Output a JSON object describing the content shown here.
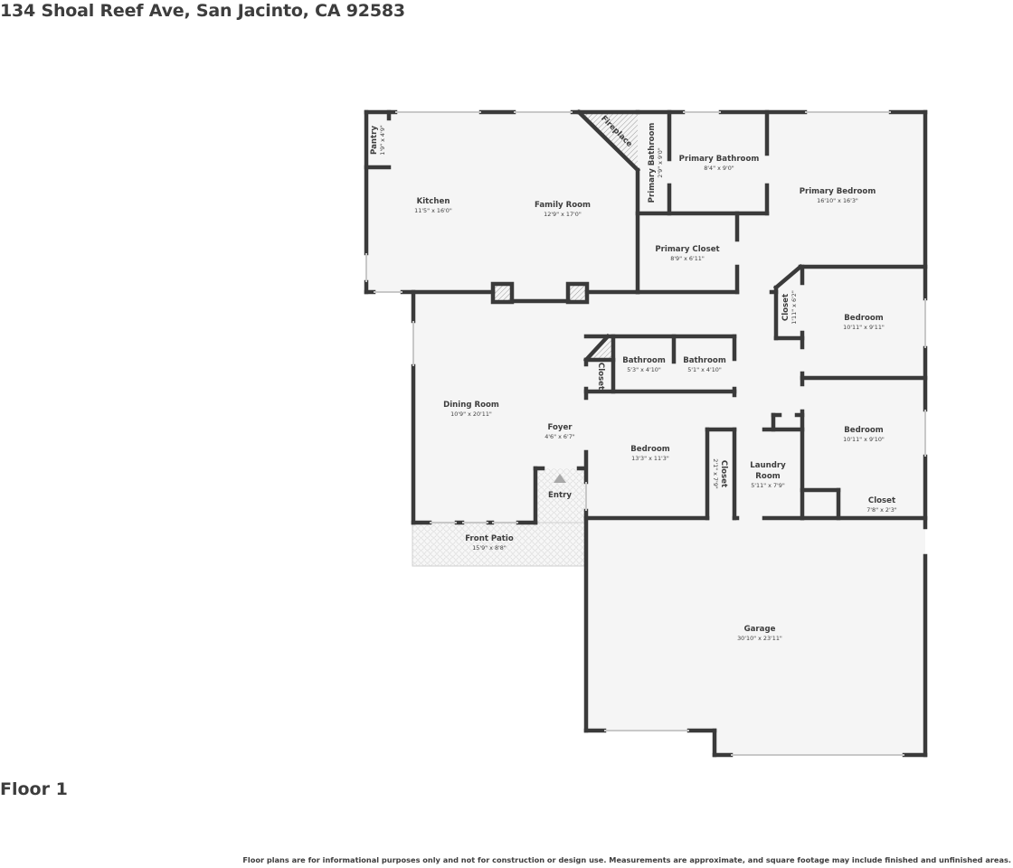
{
  "header": {
    "address": "134 Shoal Reef Ave, San Jacinto, CA 92583"
  },
  "floor": {
    "label": "Floor 1"
  },
  "footer": {
    "disclaimer": "Floor plans are for informational purposes only and not for construction or design use. Measurements are approximate, and square footage may include finished and unfinished areas."
  },
  "colors": {
    "wall": "#3a3a3a",
    "floor_fill": "#f5f5f5",
    "window": "#d8d8d8",
    "text": "#3d3d3d"
  },
  "rooms": [
    {
      "id": "pantry",
      "name": "Pantry",
      "dims": "1'9\" x 4'9\""
    },
    {
      "id": "kitchen",
      "name": "Kitchen",
      "dims": "11'5\" x 16'0\""
    },
    {
      "id": "family-room",
      "name": "Family Room",
      "dims": "12'9\" x 17'0\""
    },
    {
      "id": "fireplace",
      "name": "Fireplace",
      "dims": ""
    },
    {
      "id": "primary-bathroom-small",
      "name": "Primary Bathroom",
      "dims": "2'9\" x 9'0\""
    },
    {
      "id": "primary-bathroom",
      "name": "Primary Bathroom",
      "dims": "8'4\" x 9'0\""
    },
    {
      "id": "primary-bedroom",
      "name": "Primary Bedroom",
      "dims": "16'10\" x 16'3\""
    },
    {
      "id": "primary-closet",
      "name": "Primary Closet",
      "dims": "8'9\" x 6'11\""
    },
    {
      "id": "closet-1",
      "name": "Closet",
      "dims": "1'11\" x 6'2\""
    },
    {
      "id": "bedroom-2",
      "name": "Bedroom",
      "dims": "10'11\" x 9'11\""
    },
    {
      "id": "dining-room",
      "name": "Dining Room",
      "dims": "10'9\" x 20'11\""
    },
    {
      "id": "foyer",
      "name": "Foyer",
      "dims": "4'6\" x 6'7\""
    },
    {
      "id": "entry",
      "name": "Entry",
      "dims": ""
    },
    {
      "id": "front-patio",
      "name": "Front Patio",
      "dims": "15'9\" x 8'8\""
    },
    {
      "id": "closet-2",
      "name": "Closet",
      "dims": ""
    },
    {
      "id": "bathroom-1",
      "name": "Bathroom",
      "dims": "5'3\" x 4'10\""
    },
    {
      "id": "bathroom-2",
      "name": "Bathroom",
      "dims": "5'1\" x 4'10\""
    },
    {
      "id": "bedroom-3",
      "name": "Bedroom",
      "dims": "13'3\" x 11'3\""
    },
    {
      "id": "closet-3",
      "name": "Closet",
      "dims": "2'1\" x 7'9\""
    },
    {
      "id": "laundry-room",
      "name": "Laundry Room",
      "dims": "5'11\" x 7'9\""
    },
    {
      "id": "bedroom-4",
      "name": "Bedroom",
      "dims": "10'11\" x 9'10\""
    },
    {
      "id": "closet-4",
      "name": "Closet",
      "dims": "7'8\" x 2'3\""
    },
    {
      "id": "garage",
      "name": "Garage",
      "dims": "30'10\" x 23'11\""
    }
  ],
  "labels": {
    "pantry": "Pantry",
    "pantry_dims": "1'9\" x 4'9\"",
    "kitchen": "Kitchen",
    "kitchen_dims": "11'5\" x 16'0\"",
    "family": "Family Room",
    "family_dims": "12'9\" x 17'0\"",
    "fireplace": "Fireplace",
    "pbath_small": "Primary Bathroom",
    "pbath_small_dims": "2'9\" x 9'0\"",
    "pbath": "Primary Bathroom",
    "pbath_dims": "8'4\" x 9'0\"",
    "pbed": "Primary Bedroom",
    "pbed_dims": "16'10\" x 16'3\"",
    "pcloset": "Primary Closet",
    "pcloset_dims": "8'9\" x 6'11\"",
    "closet1": "Closet",
    "closet1_dims": "1'11\" x 6'2\"",
    "bed2": "Bedroom",
    "bed2_dims": "10'11\" x 9'11\"",
    "dining": "Dining Room",
    "dining_dims": "10'9\" x 20'11\"",
    "foyer": "Foyer",
    "foyer_dims": "4'6\" x 6'7\"",
    "entry": "Entry",
    "patio": "Front Patio",
    "patio_dims": "15'9\" x 8'8\"",
    "closet2": "Closet",
    "bath1": "Bathroom",
    "bath1_dims": "5'3\" x 4'10\"",
    "bath2": "Bathroom",
    "bath2_dims": "5'1\" x 4'10\"",
    "bed3": "Bedroom",
    "bed3_dims": "13'3\" x 11'3\"",
    "closet3": "Closet",
    "closet3_dims": "2'1\" x 7'9\"",
    "laundry1": "Laundry",
    "laundry2": "Room",
    "laundry_dims": "5'11\" x 7'9\"",
    "bed4": "Bedroom",
    "bed4_dims": "10'11\" x 9'10\"",
    "closet4": "Closet",
    "closet4_dims": "7'8\" x 2'3\"",
    "garage": "Garage",
    "garage_dims": "30'10\" x 23'11\""
  }
}
